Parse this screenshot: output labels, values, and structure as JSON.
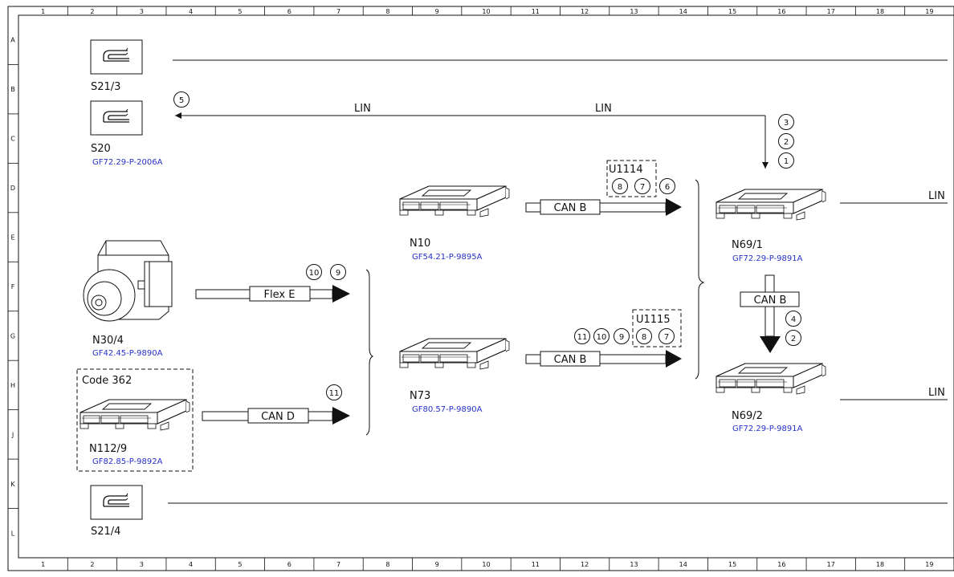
{
  "grid": {
    "columns": [
      "1",
      "2",
      "3",
      "4",
      "5",
      "6",
      "7",
      "8",
      "9",
      "10",
      "11",
      "12",
      "13",
      "14",
      "15",
      "16",
      "17",
      "18",
      "19"
    ],
    "rows": [
      "A",
      "B",
      "C",
      "D",
      "E",
      "F",
      "G",
      "H",
      "J",
      "K",
      "L"
    ]
  },
  "bus_labels": {
    "lin_left": "LIN",
    "lin_mid": "LIN",
    "lin_n69_1": "LIN",
    "lin_n69_2": "LIN"
  },
  "components": {
    "s21_3": {
      "code": "S21/3"
    },
    "s20": {
      "code": "S20",
      "ref": "GF72.29-P-2006A"
    },
    "s21_4": {
      "code": "S21/4"
    },
    "n30_4": {
      "code": "N30/4",
      "ref": "GF42.45-P-9890A"
    },
    "n112_9": {
      "code": "N112/9",
      "ref": "GF82.85-P-9892A",
      "group": "Code 362"
    },
    "n10": {
      "code": "N10",
      "ref": "GF54.21-P-9895A"
    },
    "n73": {
      "code": "N73",
      "ref": "GF80.57-P-9890A"
    },
    "n69_1": {
      "code": "N69/1",
      "ref": "GF72.29-P-9891A"
    },
    "n69_2": {
      "code": "N69/2",
      "ref": "GF72.29-P-9891A"
    }
  },
  "signals": {
    "flex_e": "Flex E",
    "can_d": "CAN D",
    "can_b_n10": "CAN B",
    "can_b_n73": "CAN B",
    "can_b_vertical": "CAN B"
  },
  "groups": {
    "u1114": "U1114",
    "u1115": "U1115"
  },
  "callouts": {
    "c5": "5",
    "n69_1_top": [
      "3",
      "2",
      "1"
    ],
    "n10_out": [
      "8",
      "7",
      "6"
    ],
    "n30_out": [
      "10",
      "9"
    ],
    "n112_out": [
      "11"
    ],
    "n73_out": [
      "11",
      "10",
      "9",
      "8",
      "7"
    ],
    "vertical": [
      "4",
      "2"
    ]
  }
}
